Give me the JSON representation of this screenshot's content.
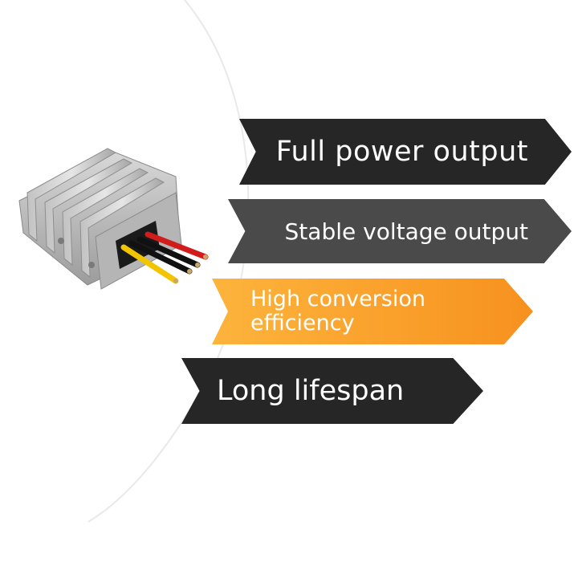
{
  "features": [
    {
      "label": "Full power output",
      "color": "#262626"
    },
    {
      "label": "Stable voltage output",
      "color": "#4a4a4a"
    },
    {
      "label": "High conversion efficiency",
      "color": "#f7911f"
    },
    {
      "label": "Long lifespan",
      "color": "#262626"
    }
  ],
  "product": {
    "name_icon": "dc-converter-module"
  }
}
